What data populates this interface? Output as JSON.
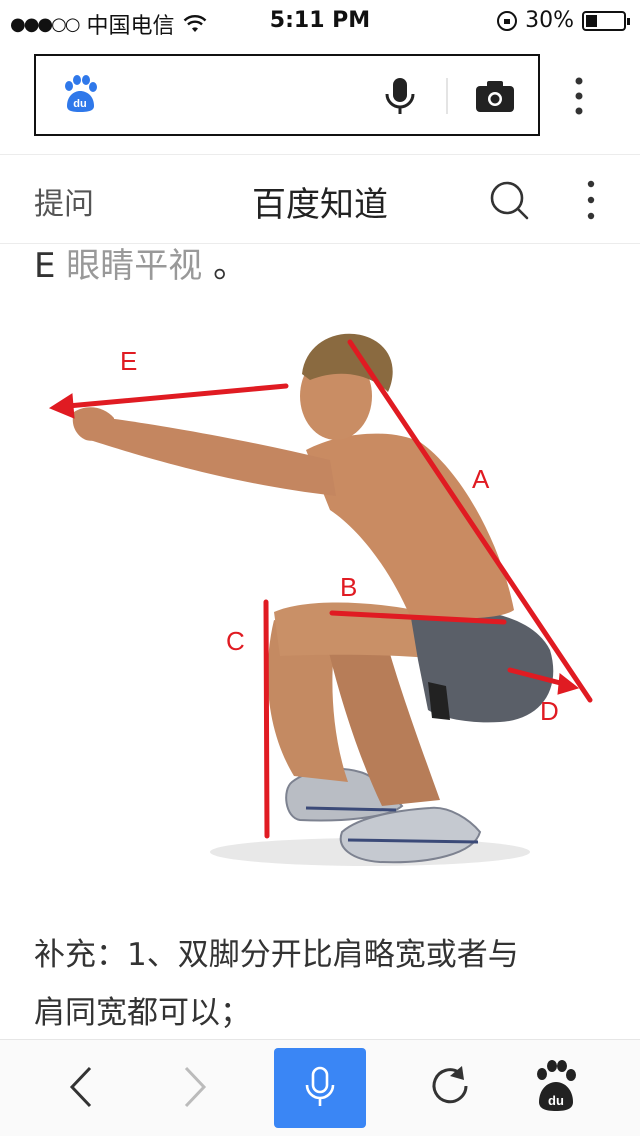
{
  "status_bar": {
    "signal": "●●●○○",
    "carrier": "中国电信",
    "time": "5:11 PM",
    "battery_percent": "30%",
    "battery_level": 0.3
  },
  "search": {
    "logo_text": "du"
  },
  "header": {
    "ask_label": "提问",
    "title": "百度知道"
  },
  "content": {
    "line1_letter": "E",
    "line1_text": "眼睛平视",
    "line1_end": "。",
    "figure_labels": {
      "a": "A",
      "b": "B",
      "c": "C",
      "d": "D",
      "e": "E"
    },
    "paragraph_line1": "补充：1、双脚分开比肩略宽或者与",
    "paragraph_line2": "肩同宽都可以；"
  },
  "toolbar": {
    "baidu_text": "du"
  },
  "colors": {
    "accent_blue": "#3a86f5",
    "annotation_red": "#e01b22"
  }
}
